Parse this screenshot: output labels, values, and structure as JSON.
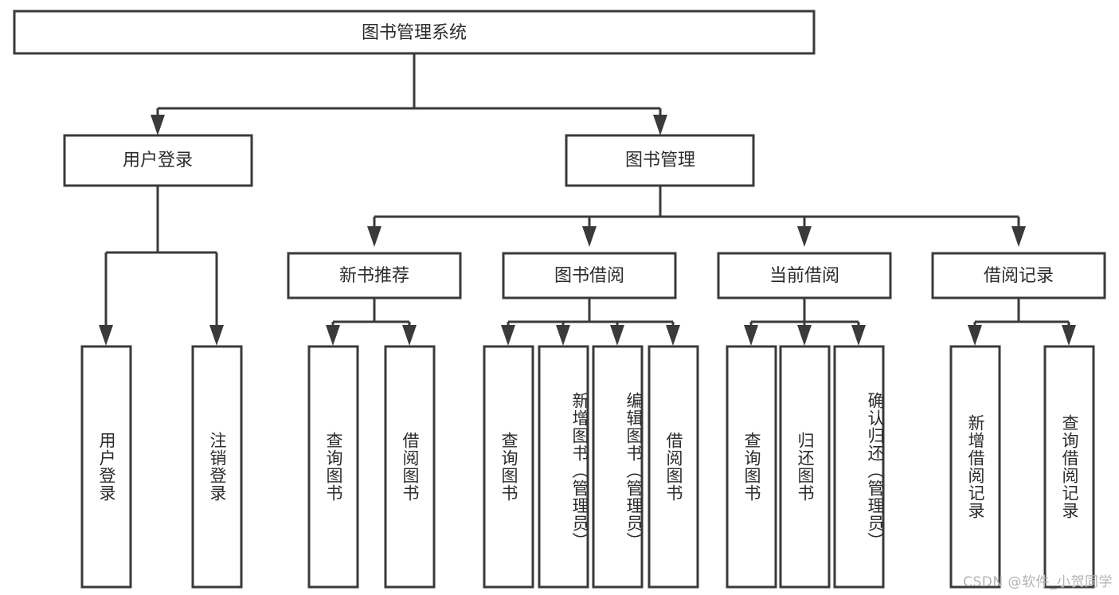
{
  "diagram": {
    "type": "hierarchy-tree",
    "title": "图书管理系统",
    "root": {
      "label": "图书管理系统"
    },
    "level2": [
      {
        "id": "user-login",
        "label": "用户登录"
      },
      {
        "id": "book-management",
        "label": "图书管理"
      }
    ],
    "level3": [
      {
        "id": "new-book-recommend",
        "label": "新书推荐",
        "parent": "book-management"
      },
      {
        "id": "book-borrow",
        "label": "图书借阅",
        "parent": "book-management"
      },
      {
        "id": "current-borrow",
        "label": "当前借阅",
        "parent": "book-management"
      },
      {
        "id": "borrow-record",
        "label": "借阅记录",
        "parent": "book-management"
      }
    ],
    "leaves": [
      {
        "id": "leaf-user-login",
        "label": "用户登录",
        "parent": "user-login"
      },
      {
        "id": "leaf-logout-login",
        "label": "注销登录",
        "parent": "user-login"
      },
      {
        "id": "leaf-query-book-1",
        "label": "查询图书",
        "parent": "new-book-recommend"
      },
      {
        "id": "leaf-borrow-book-1",
        "label": "借阅图书",
        "parent": "new-book-recommend"
      },
      {
        "id": "leaf-query-book-2",
        "label": "查询图书",
        "parent": "book-borrow"
      },
      {
        "id": "leaf-add-book",
        "label": "新增图书（管理员）",
        "parent": "book-borrow"
      },
      {
        "id": "leaf-edit-book",
        "label": "编辑图书（管理员）",
        "parent": "book-borrow"
      },
      {
        "id": "leaf-borrow-book-2",
        "label": "借阅图书",
        "parent": "book-borrow"
      },
      {
        "id": "leaf-query-book-3",
        "label": "查询图书",
        "parent": "current-borrow"
      },
      {
        "id": "leaf-return-book",
        "label": "归还图书",
        "parent": "current-borrow"
      },
      {
        "id": "leaf-confirm-return",
        "label": "确认归还（管理员）",
        "parent": "current-borrow"
      },
      {
        "id": "leaf-add-record",
        "label": "新增借阅记录",
        "parent": "borrow-record"
      },
      {
        "id": "leaf-query-record",
        "label": "查询借阅记录",
        "parent": "borrow-record"
      }
    ],
    "colors": {
      "stroke": "#3a3a3a",
      "fill": "#ffffff",
      "text": "#2b2b2b",
      "watermark": "#b3b3b3",
      "background": "#ffffff"
    }
  },
  "watermark": {
    "text": "CSDN @软件_小贺同学"
  }
}
